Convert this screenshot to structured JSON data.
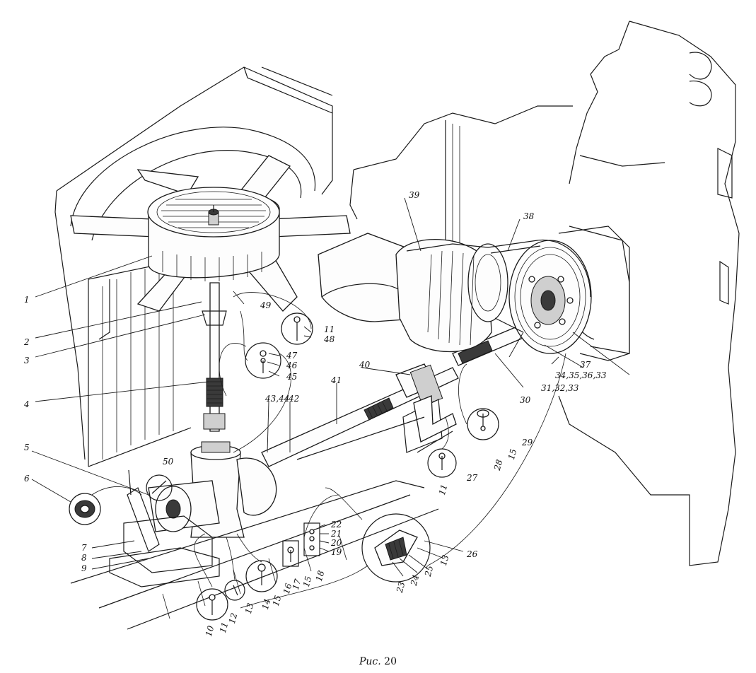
{
  "figure": {
    "caption_prefix": "Рис.",
    "caption_number": "20"
  },
  "callouts": [
    {
      "id": "c1",
      "label": "1"
    },
    {
      "id": "c2",
      "label": "2"
    },
    {
      "id": "c3",
      "label": "3"
    },
    {
      "id": "c4",
      "label": "4"
    },
    {
      "id": "c5",
      "label": "5"
    },
    {
      "id": "c6",
      "label": "6"
    },
    {
      "id": "c7",
      "label": "7"
    },
    {
      "id": "c8",
      "label": "8"
    },
    {
      "id": "c9",
      "label": "9"
    },
    {
      "id": "c10",
      "label": "10"
    },
    {
      "id": "c11a",
      "label": "11"
    },
    {
      "id": "c12",
      "label": "12"
    },
    {
      "id": "c13a",
      "label": "13"
    },
    {
      "id": "c14",
      "label": "14"
    },
    {
      "id": "c15a",
      "label": "15"
    },
    {
      "id": "c16",
      "label": "16"
    },
    {
      "id": "c17",
      "label": "17"
    },
    {
      "id": "c15b",
      "label": "15"
    },
    {
      "id": "c18",
      "label": "18"
    },
    {
      "id": "c19",
      "label": "19"
    },
    {
      "id": "c20",
      "label": "20"
    },
    {
      "id": "c21",
      "label": "21"
    },
    {
      "id": "c22",
      "label": "22"
    },
    {
      "id": "c23",
      "label": "23"
    },
    {
      "id": "c24",
      "label": "24"
    },
    {
      "id": "c25",
      "label": "25"
    },
    {
      "id": "c13b",
      "label": "13"
    },
    {
      "id": "c26",
      "label": "26"
    },
    {
      "id": "c27",
      "label": "27"
    },
    {
      "id": "c11b",
      "label": "11"
    },
    {
      "id": "c28",
      "label": "28"
    },
    {
      "id": "c15c",
      "label": "15"
    },
    {
      "id": "c29",
      "label": "29"
    },
    {
      "id": "c30",
      "label": "30"
    },
    {
      "id": "c31",
      "label": "31,32,33"
    },
    {
      "id": "c34",
      "label": "34,35,36,33"
    },
    {
      "id": "c37",
      "label": "37"
    },
    {
      "id": "c38",
      "label": "38"
    },
    {
      "id": "c39",
      "label": "39"
    },
    {
      "id": "c40",
      "label": "40"
    },
    {
      "id": "c41",
      "label": "41"
    },
    {
      "id": "c42",
      "label": "42"
    },
    {
      "id": "c43",
      "label": "43,44"
    },
    {
      "id": "c45",
      "label": "45"
    },
    {
      "id": "c46",
      "label": "46"
    },
    {
      "id": "c47",
      "label": "47"
    },
    {
      "id": "c48",
      "label": "48"
    },
    {
      "id": "c11c",
      "label": "11"
    },
    {
      "id": "c49",
      "label": "49"
    },
    {
      "id": "c50",
      "label": "50"
    }
  ]
}
